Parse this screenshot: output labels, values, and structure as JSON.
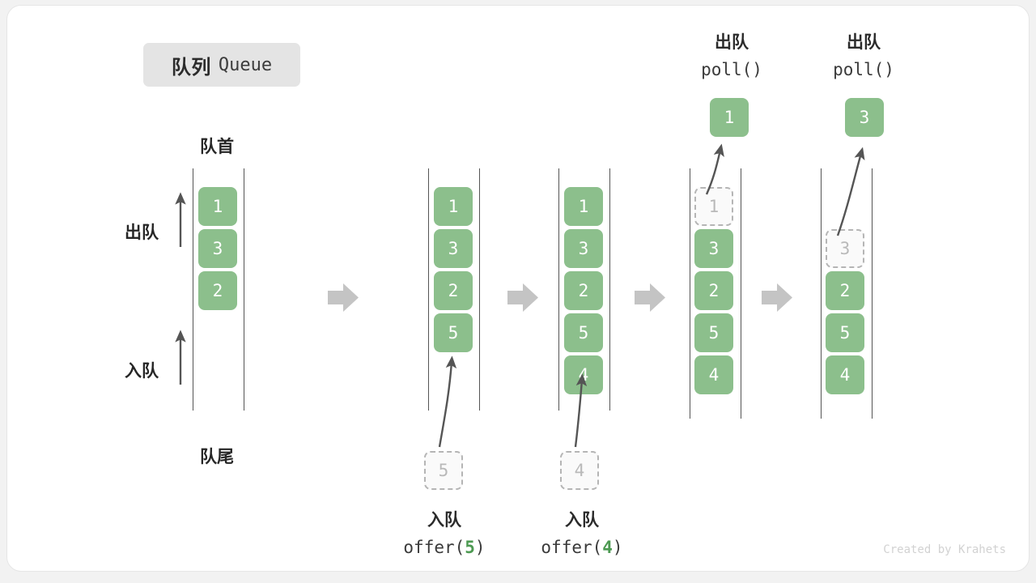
{
  "title": {
    "cn": "队列",
    "en": "Queue"
  },
  "labels": {
    "front": "队首",
    "rear": "队尾",
    "dequeue_axis": "出队",
    "enqueue_axis": "入队"
  },
  "credit": "Created by Krahets",
  "colors": {
    "cell_fill": "#8cbf8c",
    "cell_text": "#ffffff",
    "ghost_border": "#b5b5b5",
    "ghost_text": "#b9b9b9",
    "rail": "#555555",
    "step_arrow": "#c4c4c4",
    "curve_arrow": "#555555",
    "badge_bg": "#e4e4e4",
    "accent_num": "#4d9a52",
    "card_bg": "#ffffff",
    "page_bg": "#f2f2f2"
  },
  "stages": [
    {
      "name": "initial",
      "cells": [
        {
          "value": "1",
          "state": "filled"
        },
        {
          "value": "3",
          "state": "filled"
        },
        {
          "value": "2",
          "state": "filled"
        }
      ],
      "incoming": null,
      "popped": null,
      "caption": null
    },
    {
      "name": "after-offer-5",
      "cells": [
        {
          "value": "1",
          "state": "filled"
        },
        {
          "value": "3",
          "state": "filled"
        },
        {
          "value": "2",
          "state": "filled"
        },
        {
          "value": "5",
          "state": "filled"
        }
      ],
      "incoming": {
        "value": "5",
        "state": "ghost"
      },
      "popped": null,
      "caption": {
        "cn": "入队",
        "code_prefix": "offer(",
        "code_num": "5",
        "code_suffix": ")"
      }
    },
    {
      "name": "after-offer-4",
      "cells": [
        {
          "value": "1",
          "state": "filled"
        },
        {
          "value": "3",
          "state": "filled"
        },
        {
          "value": "2",
          "state": "filled"
        },
        {
          "value": "5",
          "state": "filled"
        },
        {
          "value": "4",
          "state": "filled"
        }
      ],
      "incoming": {
        "value": "4",
        "state": "ghost"
      },
      "popped": null,
      "caption": {
        "cn": "入队",
        "code_prefix": "offer(",
        "code_num": "4",
        "code_suffix": ")"
      }
    },
    {
      "name": "after-poll-1",
      "cells": [
        {
          "value": "1",
          "state": "ghost"
        },
        {
          "value": "3",
          "state": "filled"
        },
        {
          "value": "2",
          "state": "filled"
        },
        {
          "value": "5",
          "state": "filled"
        },
        {
          "value": "4",
          "state": "filled"
        }
      ],
      "incoming": null,
      "popped": {
        "value": "1",
        "state": "popped"
      },
      "caption": {
        "cn": "出队",
        "code_prefix": "poll(",
        "code_num": "",
        "code_suffix": ")"
      }
    },
    {
      "name": "after-poll-3",
      "cells": [
        {
          "value": "",
          "state": "empty"
        },
        {
          "value": "3",
          "state": "ghost"
        },
        {
          "value": "2",
          "state": "filled"
        },
        {
          "value": "5",
          "state": "filled"
        },
        {
          "value": "4",
          "state": "filled"
        }
      ],
      "incoming": null,
      "popped": {
        "value": "3",
        "state": "popped"
      },
      "caption": {
        "cn": "出队",
        "code_prefix": "poll(",
        "code_num": "",
        "code_suffix": ")"
      }
    }
  ]
}
